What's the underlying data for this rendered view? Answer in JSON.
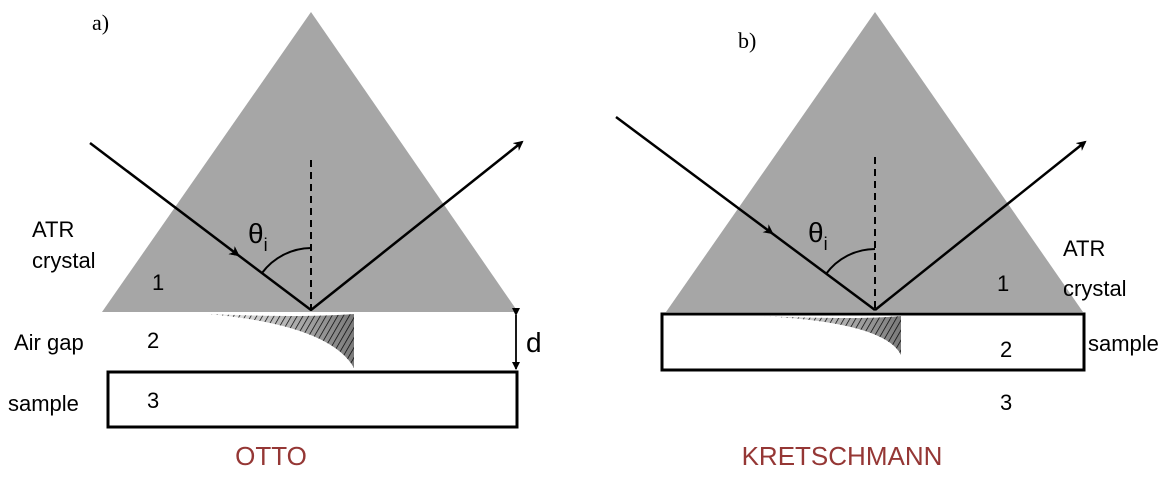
{
  "panel_a": {
    "panel_label": "a)",
    "angle_symbol": "θ",
    "angle_subscript": "i",
    "crystal_label_line1": "ATR",
    "crystal_label_line2": "crystal",
    "layer_1": "1",
    "layer_2": "2",
    "layer_3": "3",
    "gap_label": "Air gap",
    "sample_label": "sample",
    "distance_label": "d",
    "configuration_name": "OTTO"
  },
  "panel_b": {
    "panel_label": "b)",
    "angle_symbol": "θ",
    "angle_subscript": "i",
    "crystal_label_line1": "ATR",
    "crystal_label_line2": "crystal",
    "layer_1": "1",
    "layer_2": "2",
    "layer_3": "3",
    "sample_label": "sample",
    "configuration_name": "KRETSCHMANN"
  },
  "colors": {
    "prism": "#a6a6a6",
    "configuration_label": "#953735",
    "lines": "#000000"
  }
}
